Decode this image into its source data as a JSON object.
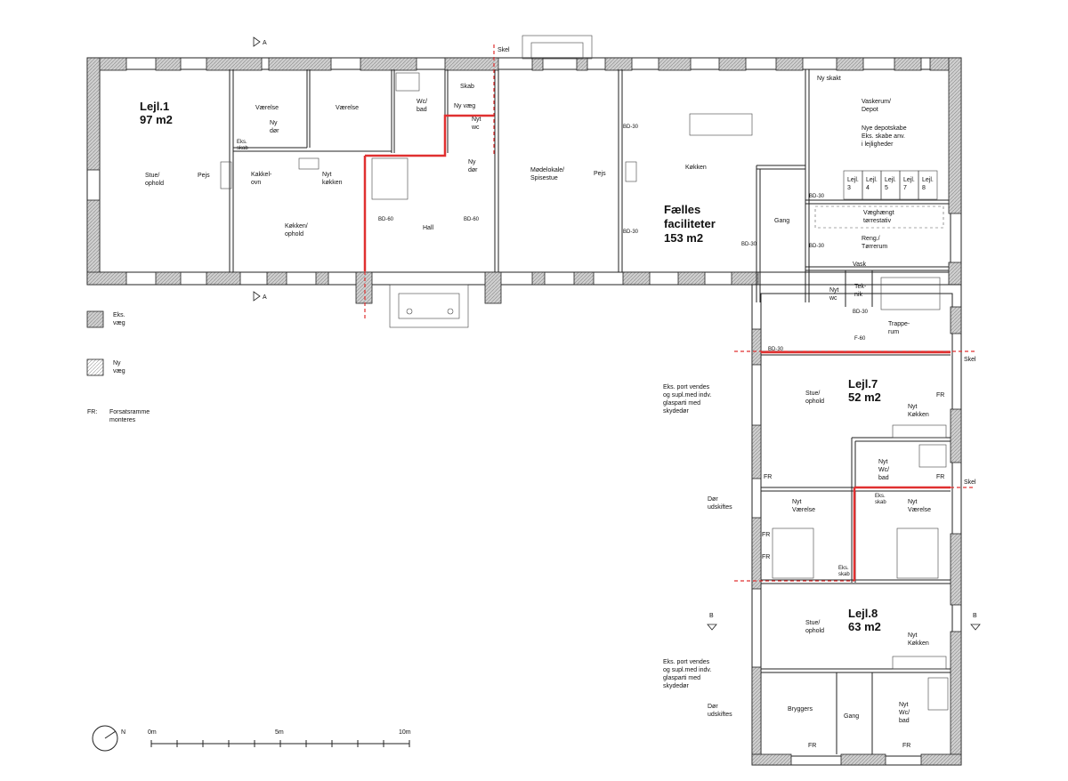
{
  "section_markers": {
    "a": "A",
    "b": "B"
  },
  "boundary": "Skel",
  "apartments": {
    "lejl1": {
      "name": "Lejl.1",
      "area": "97 m2"
    },
    "faelles": {
      "line1": "Fælles",
      "line2": "faciliteter",
      "area": "153 m2"
    },
    "lejl7": {
      "name": "Lejl.7",
      "area": "52 m2"
    },
    "lejl8": {
      "name": "Lejl.8",
      "area": "63 m2"
    }
  },
  "rooms": {
    "vaerelse1": "Værelse",
    "vaerelse2": "Værelse",
    "ny_dor_1": "Ny",
    "ny_dor_2": "dør",
    "eks_skab_1": "Eks.",
    "eks_skab_2": "skab",
    "stue_1": "Stue/",
    "stue_2": "ophold",
    "pejs1": "Pejs",
    "kakkel_1": "Kakkel-",
    "kakkel_2": "ovn",
    "nyt_kokken_1": "Nyt",
    "nyt_kokken_2": "køkken",
    "kokken_ophold_1": "Køkken/",
    "kokken_ophold_2": "ophold",
    "wc_bad_1": "Wc/",
    "wc_bad_2": "bad",
    "skab": "Skab",
    "ny_vaeg": "Ny væg",
    "nyt_wc_1": "Nyt",
    "nyt_wc_2": "wc",
    "ny_dor2_1": "Ny",
    "ny_dor2_2": "dør",
    "hall": "Hall",
    "modelokale_1": "Mødelokale/",
    "modelokale_2": "Spisestue",
    "pejs2": "Pejs",
    "kokken": "Køkken",
    "gang": "Gang",
    "ny_skakt": "Ny skakt",
    "vaskerum_1": "Vaskerum/",
    "vaskerum_2": "Depot",
    "depot_1": "Nye depotskabe",
    "depot_2": "Eks. skabe anv.",
    "depot_3": "i lejligheder",
    "vaeghaengt_1": "Væghængt",
    "vaeghaengt_2": "tørrestativ",
    "reng_1": "Reng./",
    "reng_2": "Tørrerum",
    "vask": "Vask",
    "nytwc2_1": "Nyt",
    "nytwc2_2": "wc",
    "teknik_1": "Tek-",
    "teknik_2": "nik",
    "trappe_1": "Trappe-",
    "trappe_2": "rum",
    "stue7_1": "Stue/",
    "stue7_2": "ophold",
    "nytkok7_1": "Nyt",
    "nytkok7_2": "Køkken",
    "nywc7_1": "Nyt",
    "nywc7_2": "Wc/",
    "nywc7_3": "bad",
    "nyvaer1_1": "Nyt",
    "nyvaer1_2": "Værelse",
    "nyvaer2_1": "Nyt",
    "nyvaer2_2": "Værelse",
    "eksskab2_1": "Eks.",
    "eksskab2_2": "skab",
    "eksskab3_1": "Eks.",
    "eksskab3_2": "skab",
    "stue8_1": "Stue/",
    "stue8_2": "ophold",
    "nytkok8_1": "Nyt",
    "nytkok8_2": "Køkken",
    "bryggers": "Bryggers",
    "gang8": "Gang",
    "nywc8_1": "Nyt",
    "nywc8_2": "Wc/",
    "nywc8_3": "bad"
  },
  "storage_units": [
    "Lejl. 3",
    "Lejl. 4",
    "Lejl. 5",
    "Lejl. 7",
    "Lejl. 8"
  ],
  "door_ratings": {
    "bd60": "BD-60",
    "bd30": "BD-30",
    "f60": "F-60",
    "fr": "FR"
  },
  "notes": {
    "port_1": "Eks. port vendes",
    "port_2": "og supl.med indv.",
    "port_3": "glasparti med",
    "port_4": "skydedør",
    "dor_1": "Dør",
    "dor_2": "udskiftes"
  },
  "legend": {
    "eks_1": "Eks.",
    "eks_2": "væg",
    "ny_1": "Ny",
    "ny_2": "væg",
    "fr_label": "FR:",
    "fr_1": "Forsatsramme",
    "fr_2": "monteres"
  },
  "scale": {
    "north": "N",
    "t0": "0m",
    "t1": "5m",
    "t2": "10m"
  },
  "colors": {
    "wall_fill": "#dddddd",
    "fire_line": "#e03030",
    "ink": "#222222"
  }
}
